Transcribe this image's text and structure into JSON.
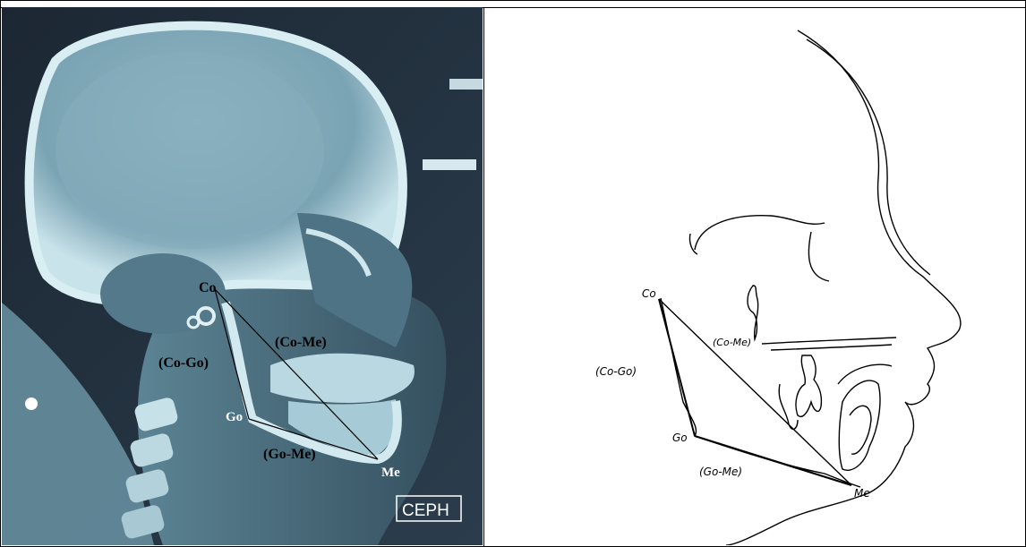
{
  "xray_panel": {
    "points": {
      "co": "Co",
      "go": "Go",
      "me": "Me"
    },
    "segments": {
      "co_go": "(Co-Go)",
      "co_me": "(Co-Me)",
      "go_me": "(Go-Me)"
    },
    "badge": "CEPH"
  },
  "tracing_panel": {
    "points": {
      "co": "Co",
      "go": "Go",
      "me": "Me"
    },
    "segments": {
      "co_go": "(Co-Go)",
      "co_me": "(Co-Me)",
      "go_me": "(Go-Me)"
    }
  },
  "colors": {
    "xray_background": "#22303d",
    "bone": "#9fc3cf",
    "line": "#000000"
  }
}
